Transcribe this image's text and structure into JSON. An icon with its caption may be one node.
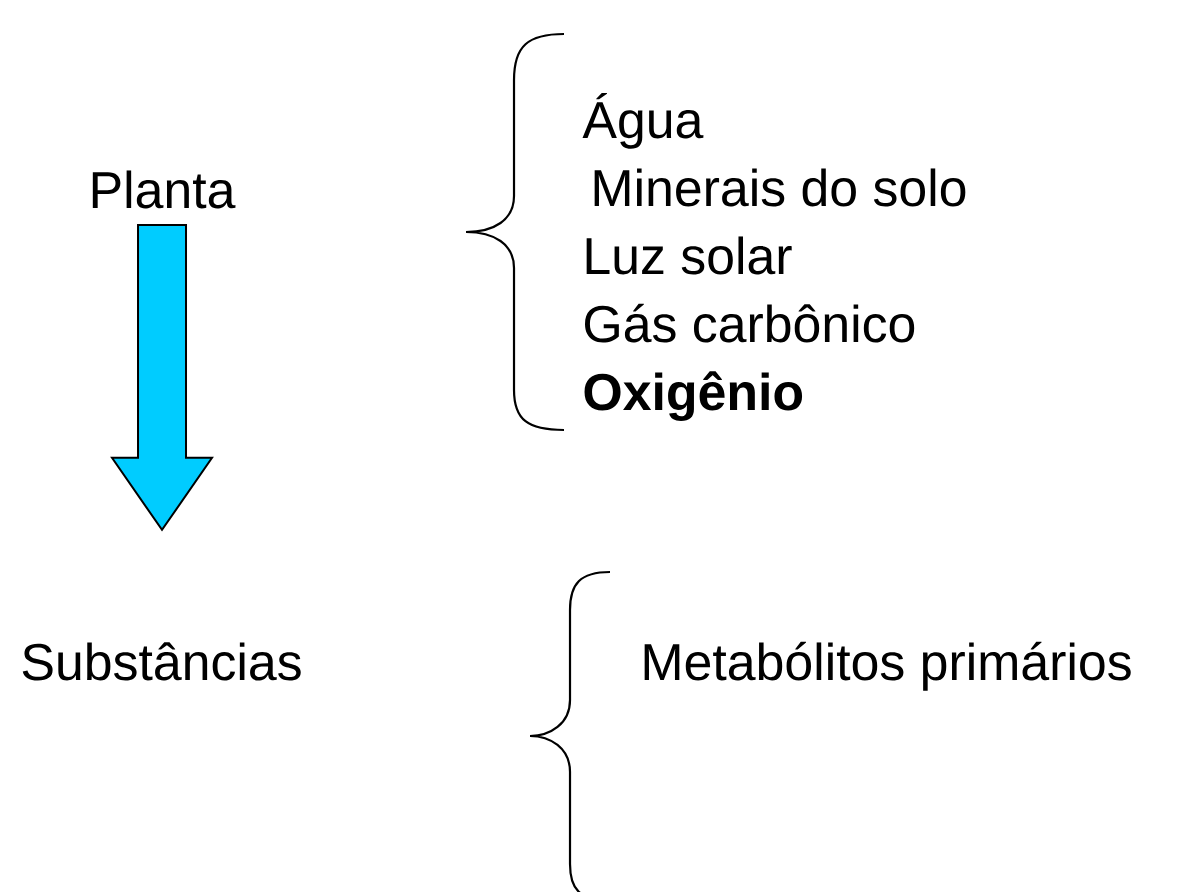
{
  "diagram": {
    "nodes": [
      {
        "text": [
          "Planta"
        ]
      },
      {
        "text": [
          "Substâncias"
        ]
      }
    ],
    "edges": [
      {
        "from": 0,
        "to": 1,
        "arrow": "to",
        "color": "#00ccff"
      }
    ],
    "labels": [
      "Água",
      "Minerais do solo",
      "Luz solar",
      "Gás carbônico",
      "Oxigênio",
      "Metabólitos primários"
    ]
  }
}
